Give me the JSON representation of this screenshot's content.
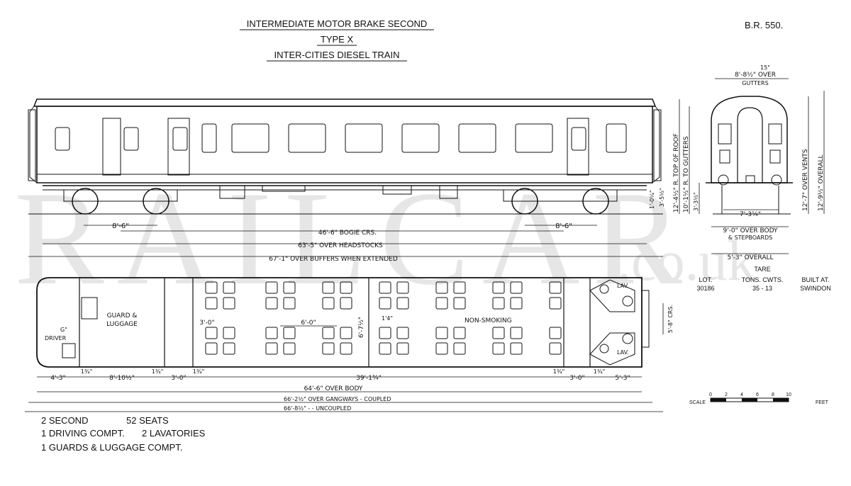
{
  "title": {
    "line1": "INTERMEDIATE MOTOR BRAKE SECOND",
    "line2": "TYPE X",
    "line3": "INTER-CITIES DIESEL TRAIN"
  },
  "drawing_ref": "B.R. 550.",
  "watermark": {
    "main": "RAILCAR",
    "suffix": ".co.uk"
  },
  "side_elevation": {
    "bogie_wheelbase_left": "8'-6\"",
    "bogie_wheelbase_right": "8'-6\"",
    "bogie_centres": "46'-6\" BOGIE CRS.",
    "over_headstocks": "63'-5\" OVER HEADSTOCKS",
    "over_buffers": "67'-1\" OVER BUFFERS WHEN EXTENDED",
    "height_small_1": "1'-0¼\"",
    "height_small_2": "3'-5½\""
  },
  "end_elevation": {
    "over_gutters_top": "15\"",
    "over_gutters_width": "8'-8½\" OVER",
    "over_gutters_word": "GUTTERS",
    "rail_to_roof": "12'-4½\" R. TOP OF ROOF",
    "rail_to_gutters": "10'-1½\" R. TO GUTTERS",
    "over_vents": "12'-7\" OVER VENTS",
    "overall_height": "12'-9½\" OVERALL",
    "buffer_height": "3'-3½\"",
    "buffer_centres": "7'-3¼\"",
    "over_body": "9'-0\" OVER BODY",
    "stepboards": "& STEPBOARDS",
    "overall_width": "5'-3\" OVERALL"
  },
  "plan": {
    "guard_label": "GUARD &",
    "luggage_label": "LUGGAGE",
    "driver_label": "DRIVER",
    "driver_dim": "G\"",
    "non_smoking": "NON-SMOKING",
    "lav_top": "LAV.",
    "lav_bottom": "LAV.",
    "seat_pitch_small": "3'-0\"",
    "seat_pitch_bay": "6'-0\"",
    "inner_width": "6'-7½\"",
    "aisle": "1'4\"",
    "gangway_crs": "5'-8\" CRS.",
    "dim_a": "4'-3\"",
    "dim_b": "1¾\"",
    "dim_c": "8'-10½\"",
    "dim_d": "1¾\"",
    "dim_e": "3'-0\"",
    "dim_f": "1¾\"",
    "dim_g": "39'-1¾\"",
    "dim_h": "1¾\"",
    "dim_i": "3'-0\"",
    "dim_j": "1¾\"",
    "dim_k": "5'-3\"",
    "over_body": "64'-6\" OVER BODY",
    "over_gangways_coupled": "66'-2½\" OVER GANGWAYS - COUPLED",
    "over_gangways_uncoupled": "66'-8½\"   -   -   UNCOUPLED"
  },
  "tare_table": {
    "header": "TARE",
    "lot_label": "LOT.",
    "lot_value": "30186",
    "tons_label": "TONS. CWTS.",
    "tons_value": "35 - 13",
    "built_label": "BUILT AT.",
    "built_value": "SWINDON"
  },
  "scale_bar": {
    "label_left": "SCALE",
    "label_right": "FEET",
    "ticks": [
      "0",
      "2",
      "4",
      "6",
      "8",
      "10"
    ]
  },
  "summary": {
    "line1_a": "2 SECOND",
    "line1_b": "52 SEATS",
    "line2_a": "1 DRIVING COMPT.",
    "line2_b": "2 LAVATORIES",
    "line3": "1 GUARDS & LUGGAGE COMPT."
  }
}
